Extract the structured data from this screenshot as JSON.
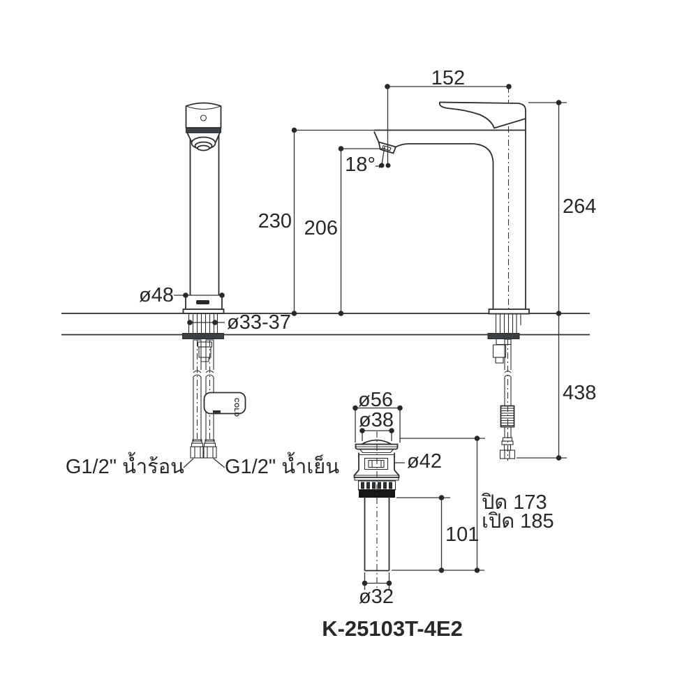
{
  "drawing": {
    "model_code": "K-25103T-4E2"
  },
  "front_view": {
    "dim_base_diameter": "ø48",
    "dim_deck_hole_diameter": "ø33-37",
    "label_hot_supply": "G1/2\" น้ำร้อน",
    "label_cold_supply": "G1/2\" น้ำเย็น",
    "cold_tag": "COLD"
  },
  "side_view": {
    "dim_spout_reach": "152",
    "dim_overall_height": "264",
    "dim_deck_to_body_top": "230",
    "dim_deck_to_outlet": "206",
    "dim_outlet_angle": "18°",
    "dim_supply_hose_drop": "438"
  },
  "drain_view": {
    "dim_flange_diameter": "ø56",
    "dim_cap_diameter": "ø38",
    "dim_body_diameter": "ø42",
    "dim_tailpiece_length": "101",
    "dim_tailpiece_diameter": "ø32",
    "dim_closed_height": "ปิด 173",
    "dim_open_height": "เปิด 185"
  }
}
